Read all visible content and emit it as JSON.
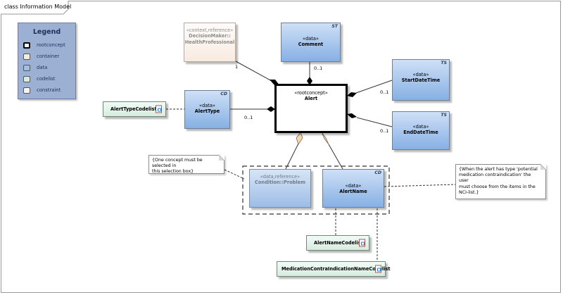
{
  "diagram": {
    "frame_title": "class Information Model",
    "legend": {
      "title": "Legend",
      "items": [
        {
          "label": "rootconcept",
          "color": "#ffffff",
          "border": "#000000"
        },
        {
          "label": "container",
          "color": "#f8ebe0",
          "border": "#9a8a7a"
        },
        {
          "label": "data",
          "color": "#9dbfe8",
          "border": "#5a6e8a"
        },
        {
          "label": "codelist",
          "color": "#d7ece0",
          "border": "#5a7a6a"
        },
        {
          "label": "constraint",
          "color": "#f4f4f8",
          "border": "#6a6a7a"
        }
      ]
    },
    "classes": {
      "alert": {
        "stereotype": "«rootconcept»",
        "name": "Alert"
      },
      "healthprofessional": {
        "stereotype": "«context,reference»",
        "name_line1": "DecisionMaker::",
        "name_line2": "HealthProfessional"
      },
      "comment": {
        "stereotype": "«data»",
        "name": "Comment",
        "tag": "ST"
      },
      "startdatetime": {
        "stereotype": "«data»",
        "name": "StartDateTime",
        "tag": "TS"
      },
      "enddatetime": {
        "stereotype": "«data»",
        "name": "EndDateTime",
        "tag": "TS"
      },
      "alerttype": {
        "stereotype": "«data»",
        "name": "AlertType",
        "tag": "CD"
      },
      "problem": {
        "stereotype": "«data,reference»",
        "name": "Condition::Problem"
      },
      "alertname": {
        "stereotype": "«data»",
        "name": "AlertName",
        "tag": "CD"
      },
      "alerttypecodelist": {
        "name": "AlertTypeCodelist"
      },
      "alertnamecodelist": {
        "name": "AlertNameCodelist"
      },
      "medicationcodelist": {
        "name": "MedicationContraIndicationNameCodelist"
      }
    },
    "notes": {
      "selection": {
        "line1": "{One concept must be selected in",
        "line2": "this selection box}"
      },
      "medication": {
        "line1": "{When the alert has type 'potential",
        "line2": "medication contraindication' the user",
        "line3": "must choose from the items in the",
        "line4": "NCI-list.}"
      }
    },
    "multiplicities": {
      "healthprofessional": "1",
      "comment": "0..1",
      "startdatetime": "0..1",
      "enddatetime": "0..1",
      "alerttype": "0..1"
    },
    "colors": {
      "data_fill": "#9dbfe8",
      "container_fill": "#f8ebe0",
      "codelist_fill": "#d7ece0",
      "reference_text": "#6f7a88",
      "aggregation_diamond": "#000000",
      "generalization_diamond": "#f0d9b4"
    }
  }
}
